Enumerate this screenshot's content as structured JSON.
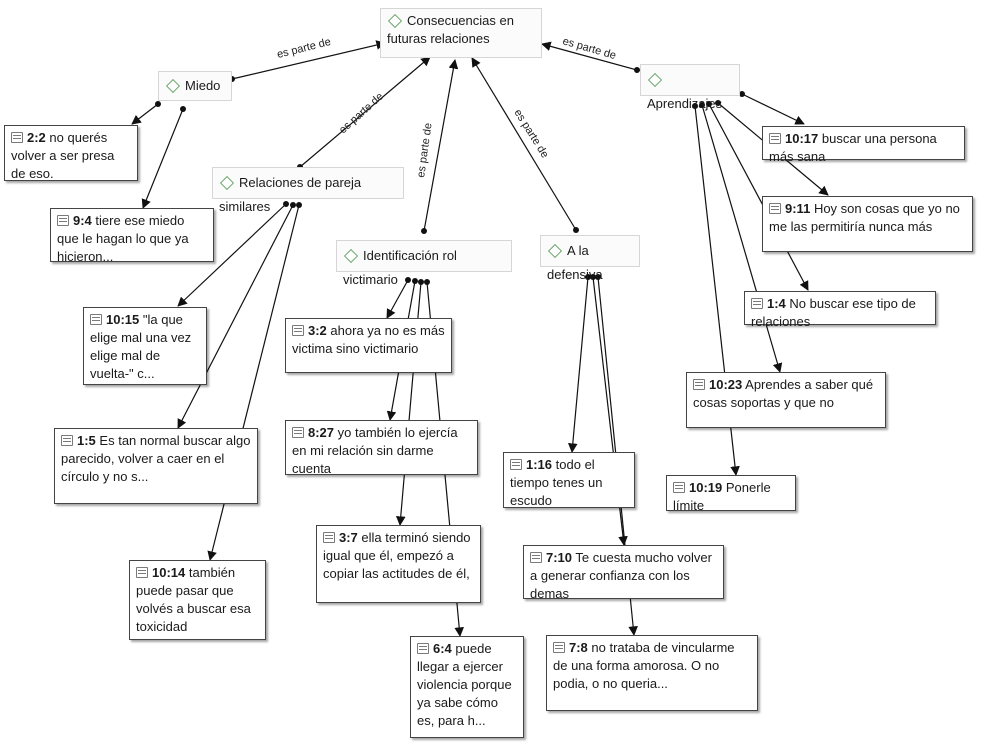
{
  "categories": {
    "root": "Consecuencias en futuras relaciones",
    "miedo": "Miedo",
    "aprendizajes": "Aprendizajes",
    "relaciones": "Relaciones de pareja similares",
    "identificacion": "Identificación rol victimario",
    "defensiva": "A la defensiva"
  },
  "edge_label": "es parte de",
  "quotes": {
    "q2_2": {
      "code": "2:2",
      "text": "no querés volver a ser presa de eso."
    },
    "q9_4": {
      "code": "9:4",
      "text": "tiere ese miedo que le hagan lo que ya hicieron..."
    },
    "q10_15": {
      "code": "10:15",
      "text": "\"la que elige mal una vez elige mal de vuelta-\" c..."
    },
    "q1_5": {
      "code": "1:5",
      "text": "Es tan normal buscar algo parecido, volver a caer en el círculo y no s..."
    },
    "q10_14": {
      "code": "10:14",
      "text": "también puede pasar que volvés a buscar esa toxicidad"
    },
    "q3_2": {
      "code": "3:2",
      "text": "ahora ya no es más victima sino victimario"
    },
    "q8_27": {
      "code": "8:27",
      "text": "yo también lo ejercía en mi relación sin darme cuenta"
    },
    "q3_7": {
      "code": "3:7",
      "text": "ella terminó siendo igual que él, empezó a copiar las actitudes de él,"
    },
    "q6_4": {
      "code": "6:4",
      "text": "puede llegar a ejercer violencia porque ya sabe cómo es, para h..."
    },
    "q1_16": {
      "code": "1:16",
      "text": "todo el tiempo tenes un escudo"
    },
    "q7_10": {
      "code": "7:10",
      "text": "Te cuesta mucho volver a generar confianza con los demas"
    },
    "q7_8": {
      "code": "7:8",
      "text": "no trataba de vincularme de una forma amorosa. O no podia, o no queria..."
    },
    "q10_17": {
      "code": "10:17",
      "text": "buscar una persona más sana"
    },
    "q9_11": {
      "code": "9:11",
      "text": "Hoy son cosas que yo no me las permitiría nunca más"
    },
    "q1_4": {
      "code": "1:4",
      "text": "No buscar ese tipo de relaciones"
    },
    "q10_23": {
      "code": "10:23",
      "text": "Aprendes a saber qué cosas soportas y que no"
    },
    "q10_19": {
      "code": "10:19",
      "text": "Ponerle límite"
    }
  }
}
